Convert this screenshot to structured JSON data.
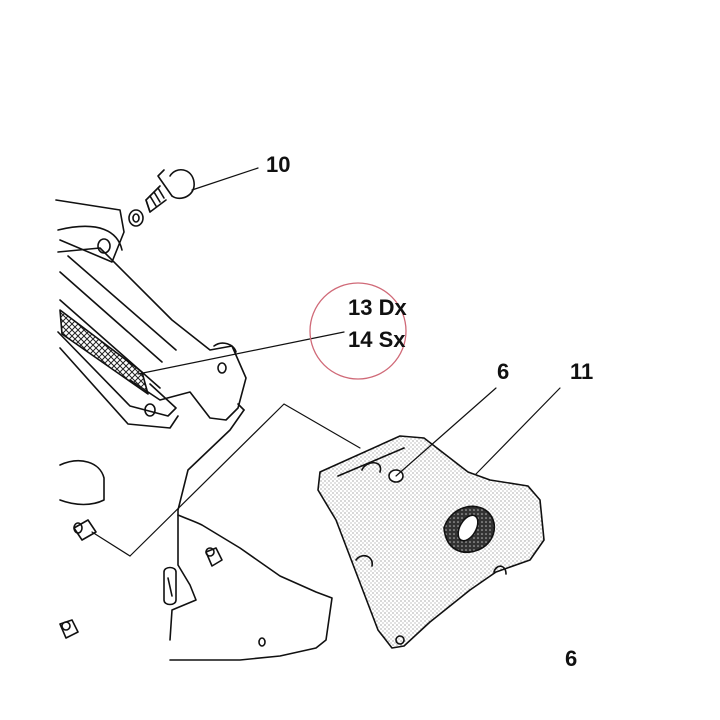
{
  "labels": {
    "part_10": "10",
    "part_13": "13 Dx",
    "part_14": "14 Sx",
    "part_6_top": "6",
    "part_11": "11",
    "part_6_bottom": "6"
  },
  "colors": {
    "line": "#111111",
    "highlight_circle": "#d06a78",
    "background": "#ffffff"
  }
}
